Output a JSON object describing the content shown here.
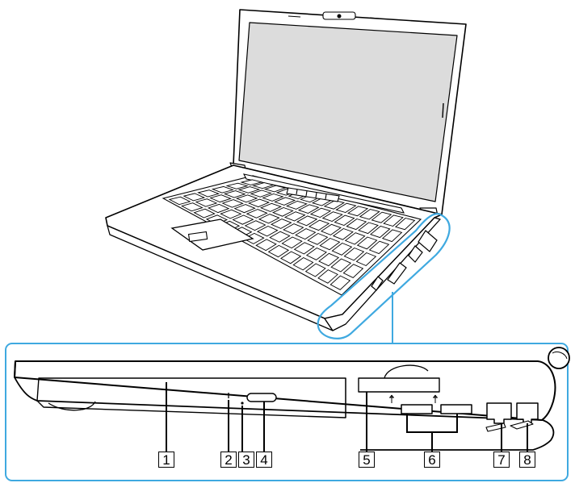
{
  "callouts": [
    "1",
    "2",
    "3",
    "4",
    "5",
    "6",
    "7",
    "8"
  ],
  "colors": {
    "accent": "#3fa9e0",
    "outline": "#000000",
    "screen": "#dcdcdc"
  },
  "icons": [
    "usb-icon",
    "usb-icon",
    "lock-icon",
    "wireless-switch-icon"
  ]
}
